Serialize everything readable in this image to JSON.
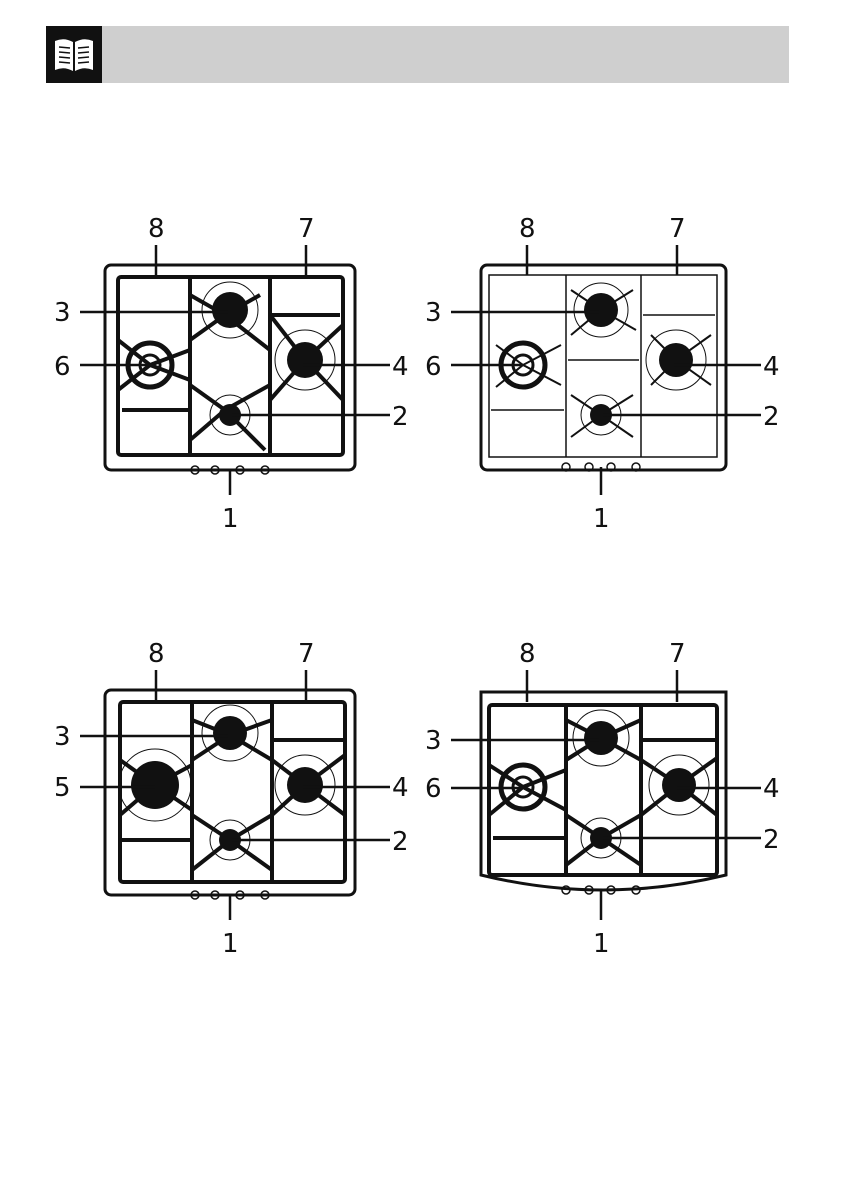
{
  "header": {
    "icon": "open-book-icon",
    "color": "#cfcfcf"
  },
  "figures": [
    {
      "callouts": {
        "top_left": "8",
        "top_right": "7",
        "rear_left": "3",
        "left": "6",
        "right": "4",
        "front_right": "2",
        "bottom": "1"
      }
    },
    {
      "callouts": {
        "top_left": "8",
        "top_right": "7",
        "rear_left": "3",
        "left": "6",
        "right": "4",
        "front_right": "2",
        "bottom": "1"
      }
    },
    {
      "callouts": {
        "top_left": "8",
        "top_right": "7",
        "rear_left": "3",
        "left": "5",
        "right": "4",
        "front_right": "2",
        "bottom": "1"
      }
    },
    {
      "callouts": {
        "top_left": "8",
        "top_right": "7",
        "rear_left": "3",
        "left": "6",
        "right": "4",
        "front_right": "2",
        "bottom": "1"
      }
    }
  ]
}
